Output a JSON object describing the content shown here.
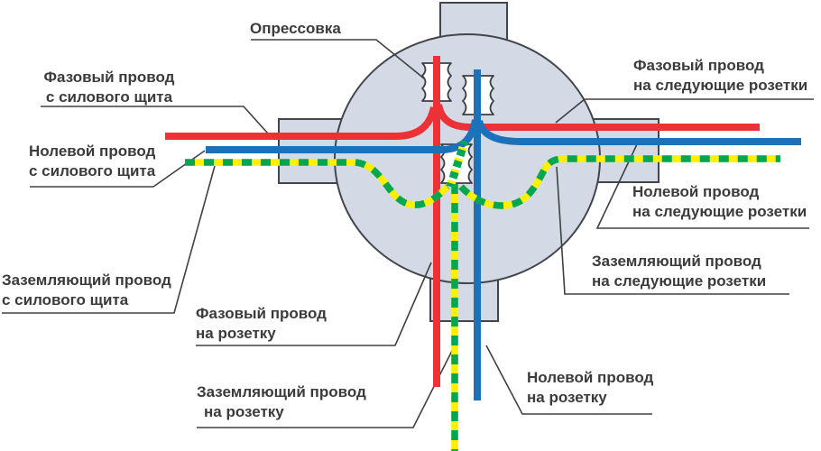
{
  "labels": {
    "crimp": {
      "line1": "Опрессовка"
    },
    "phase_from_panel": {
      "line1": "Фазовый провод",
      "line2": "с силового щита"
    },
    "neutral_from_panel": {
      "line1": "Нолевой провод",
      "line2": "с силового щита"
    },
    "ground_from_panel": {
      "line1": "Заземляющий провод",
      "line2": "с силового щита"
    },
    "phase_to_next": {
      "line1": "Фазовый провод",
      "line2": "на следующие розетки"
    },
    "neutral_to_next": {
      "line1": "Нолевой провод",
      "line2": "на следующие розетки"
    },
    "ground_to_next": {
      "line1": "Заземляющий провод",
      "line2": "на следующие розетки"
    },
    "phase_to_socket": {
      "line1": "Фазовый провод",
      "line2": "на розетку"
    },
    "ground_to_socket": {
      "line1": "Заземляющий провод",
      "line2": "на розетку"
    },
    "neutral_to_socket": {
      "line1": "Нолевой провод",
      "line2": "на розетку"
    }
  },
  "colors": {
    "phase": "#ED3237",
    "neutral": "#1C72B9",
    "ground_green": "#00A651",
    "ground_yellow": "#FFEF00",
    "box_fill": "#D3D9E5",
    "outline": "#43454c",
    "label_text": "#3b3b3b"
  }
}
